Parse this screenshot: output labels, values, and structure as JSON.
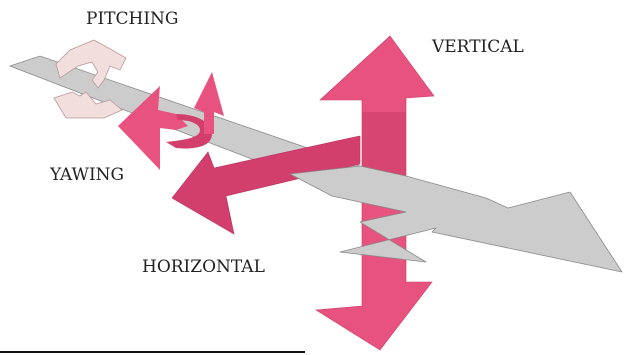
{
  "labels": {
    "pitching": "PITCHING",
    "yawing": "YAWING",
    "horizontal": "HORIZONTAL",
    "vertical": "VERTICAL"
  },
  "colors": {
    "arrow_pink": "#E8527F",
    "arrow_pink_dark": "#D23F6C",
    "pitch_arrow_fill": "#F3DEDE",
    "band_fill": "#CCCCCC",
    "band_stroke": "#8A8A8A"
  },
  "icons": [
    "pitching-curved-arrow-icon",
    "yawing-curved-arrow-icon",
    "horizontal-arrow-icon",
    "vertical-double-arrow-icon"
  ]
}
